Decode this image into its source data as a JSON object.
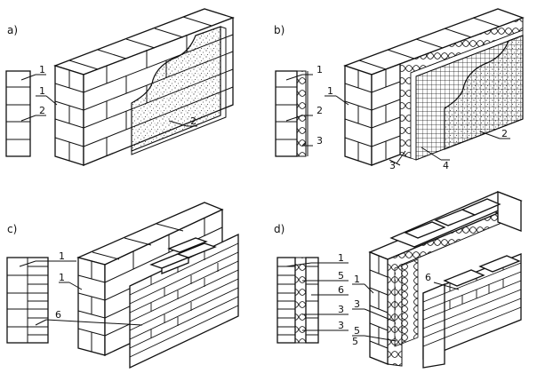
{
  "panels": [
    {
      "id": "a",
      "title": "a)",
      "callouts": [
        "1",
        "1",
        "2",
        "2"
      ]
    },
    {
      "id": "b",
      "title": "b)",
      "callouts": [
        "1",
        "2",
        "3",
        "1",
        "3",
        "4",
        "2"
      ]
    },
    {
      "id": "c",
      "title": "c)",
      "callouts": [
        "1",
        "1",
        "6"
      ]
    },
    {
      "id": "d",
      "title": "d)",
      "callouts": [
        "1",
        "5",
        "6",
        "3",
        "3",
        "5",
        "1",
        "3",
        "5",
        "6"
      ]
    }
  ],
  "colors": {
    "line": "#111111",
    "background": "#ffffff",
    "plaster_dots": "#333333"
  }
}
